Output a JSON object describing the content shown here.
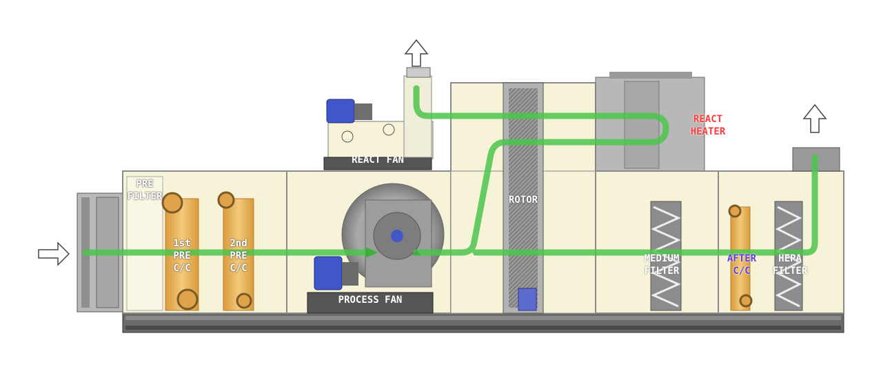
{
  "labels": {
    "pre_filter": [
      "PRE",
      "FILTER"
    ],
    "first_pre_cc": [
      "1st",
      "PRE",
      "C/C"
    ],
    "second_pre_cc": [
      "2nd",
      "PRE",
      "C/C"
    ],
    "react_fan": "REACT FAN",
    "process_fan": "PROCESS FAN",
    "rotor": "ROTOR",
    "react_heater": [
      "REACT",
      "HEATER"
    ],
    "medium_filter": [
      "MEDIUM",
      "FILTER"
    ],
    "after_cc": [
      "AFTER",
      "C/C"
    ],
    "hepa_filter": [
      "HEPA",
      "FILTER"
    ]
  },
  "colors": {
    "housing_fill": "#f6f3d8",
    "housing_stroke": "#8a8a8a",
    "airflow": "#4cc44c",
    "coil": "#e8b25a",
    "motor": "#3f57c8",
    "heater": "#b8b8b8",
    "base": "#555555"
  },
  "icons": [
    "arrow-right-icon",
    "arrow-up-icon"
  ]
}
